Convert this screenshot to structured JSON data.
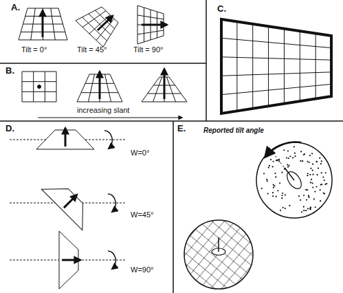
{
  "diagram": {
    "labels": [
      "A.",
      "Tilt = 0°",
      "Tilt = 45°",
      "Tilt = 90°",
      "B.",
      "increasing slant",
      "C.",
      "D.",
      "W=0°",
      "W=45°",
      "W=90°",
      "E.",
      "Reported tilt angle"
    ]
  }
}
